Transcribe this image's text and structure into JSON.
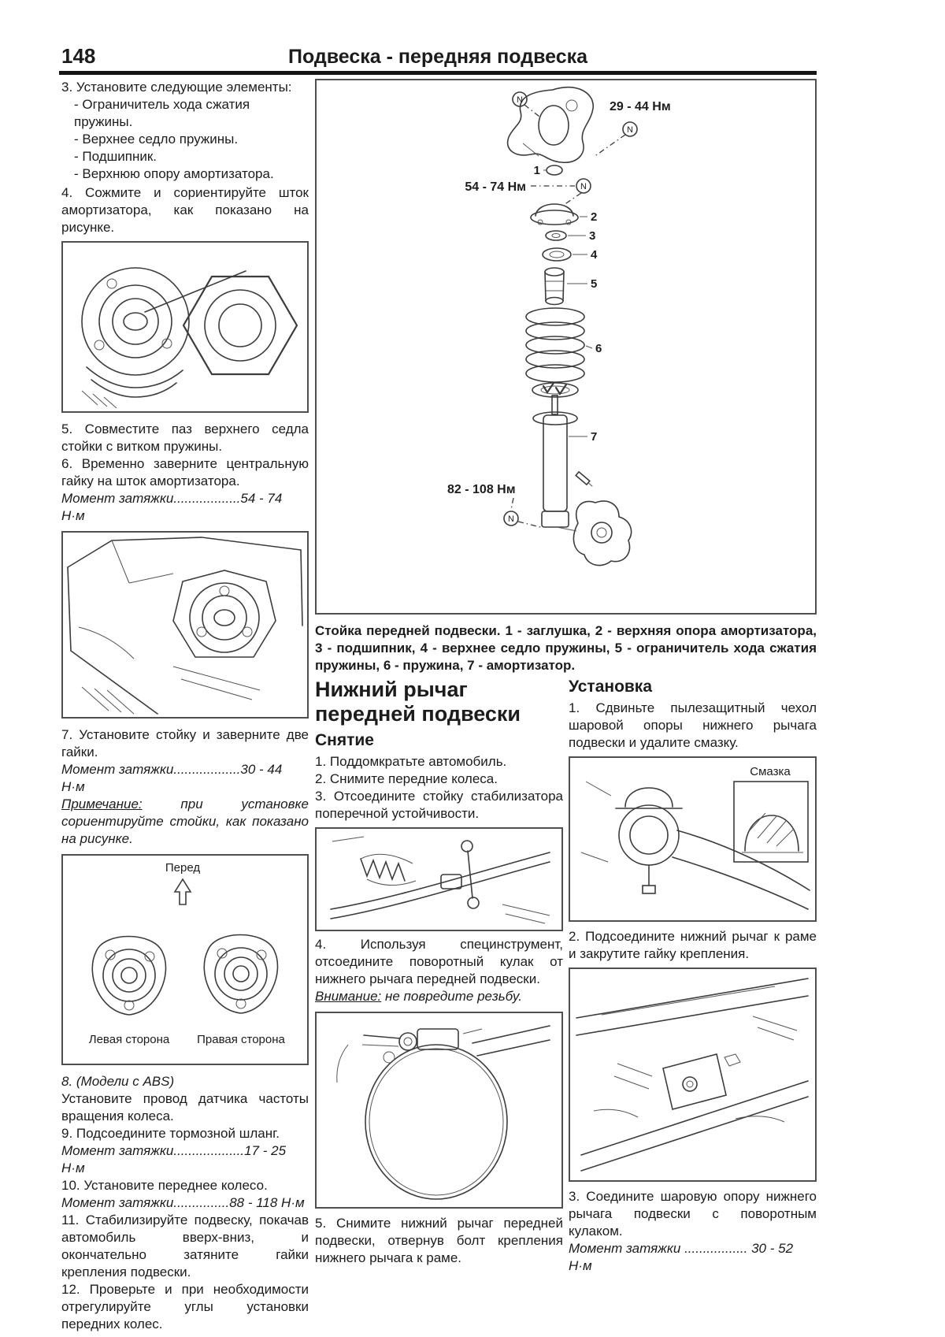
{
  "header": {
    "page_number": "148",
    "title": "Подвеска - передняя подвеска"
  },
  "left": {
    "s3": "3. Установите следующие элементы:",
    "s3a": "- Ограничитель хода сжатия пружины.",
    "s3b": "- Верхнее седло пружины.",
    "s3c": "- Подшипник.",
    "s3d": "- Верхнюю опору амортизатора.",
    "s4": "4. Сожмите и сориентируйте шток амортизатора, как показано на рисунке.",
    "s5": "5. Совместите паз верхнего седла стойки с витком пружины.",
    "s6": "6. Временно заверните центральную гайку на шток амортизатора.",
    "t6": "Момент затяжки..................54 - 74 Н·м",
    "s7": "7. Установите стойку и заверните две гайки.",
    "t7": "Момент затяжки..................30 - 44 Н·м",
    "note_label": "Примечание:",
    "note_text": " при установке сориентируйте стойки, как показано на рисунке.",
    "fig3_front": "Перед",
    "fig3_left": "Левая сторона",
    "fig3_right": "Правая сторона",
    "s8a": "8. (Модели с ABS)",
    "s8b": "Установите провод датчика частоты вращения колеса.",
    "s9": "9. Подсоедините тормозной шланг.",
    "t9": "Момент затяжки...................17 - 25 Н·м",
    "s10": "10. Установите переднее колесо.",
    "t10": "Момент затяжки...............88 - 118 Н·м",
    "s11": "11. Стабилизируйте подвеску, покачав автомобиль вверх-вниз, и окончательно затяните гайки крепления подвески.",
    "s12": "12. Проверьте и при необходимости отрегулируйте углы установки передних колес."
  },
  "diagram": {
    "torque_top": "29 - 44 Нм",
    "torque_mid": "54 - 74 Нм",
    "torque_bottom": "82 - 108 Нм",
    "n_symbol": "N",
    "parts": [
      "1",
      "2",
      "3",
      "4",
      "5",
      "6",
      "7"
    ],
    "caption": "Стойка передней подвески. 1 - заглушка, 2 - верхняя опора амортизатора, 3 - подшипник, 4 - верхнее седло пружины, 5 - ограничитель хода сжатия пружины, 6 - пружина, 7 - амортизатор."
  },
  "middle": {
    "heading_line1": "Нижний рычаг",
    "heading_line2": "передней подвески",
    "sub": "Снятие",
    "s1": "1. Поддомкратьте автомобиль.",
    "s2": "2. Снимите передние колеса.",
    "s3": "3. Отсоедините стойку стабилизатора поперечной устойчивости.",
    "s4": "4. Используя специнструмент, отсоедините поворотный кулак от нижнего рычага передней подвески.",
    "warn_label": "Внимание:",
    "warn_text": " не повредите резьбу.",
    "s5": "5. Снимите нижний рычаг передней подвески, отвернув болт крепления нижнего рычага к раме."
  },
  "right": {
    "sub": "Установка",
    "s1": "1. Сдвиньте пылезащитный чехол шаровой опоры нижнего рычага подвески и удалите смазку.",
    "fig_grease": "Смазка",
    "s2": "2. Подсоедините нижний рычаг к раме и закрутите гайку крепления.",
    "s3": "3. Соедините шаровую опору нижнего рычага подвески с поворотным кулаком.",
    "t3": "Момент затяжки ................. 30 - 52 Н·м"
  }
}
